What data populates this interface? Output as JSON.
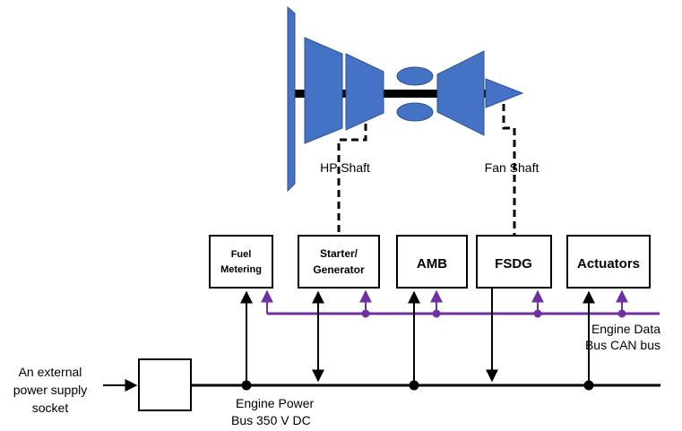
{
  "engine": {
    "hp_shaft_label": "HP Shaft",
    "fan_shaft_label": "Fan Shaft"
  },
  "boxes": {
    "fuel_metering": [
      "Fuel",
      "Metering"
    ],
    "starter_generator": [
      "Starter/",
      "Generator"
    ],
    "amb": "AMB",
    "fsdg": "FSDG",
    "actuators": "Actuators"
  },
  "power_supply": [
    "An external",
    "power supply",
    "socket"
  ],
  "power_bus": [
    "Engine Power",
    "Bus 350 V DC"
  ],
  "data_bus": [
    "Engine Data",
    "Bus CAN bus"
  ],
  "colors": {
    "engine_blue": "#4472C4",
    "engine_outline": "#2F528F",
    "data_bus_purple": "#7030A0",
    "line_black": "#000000"
  }
}
